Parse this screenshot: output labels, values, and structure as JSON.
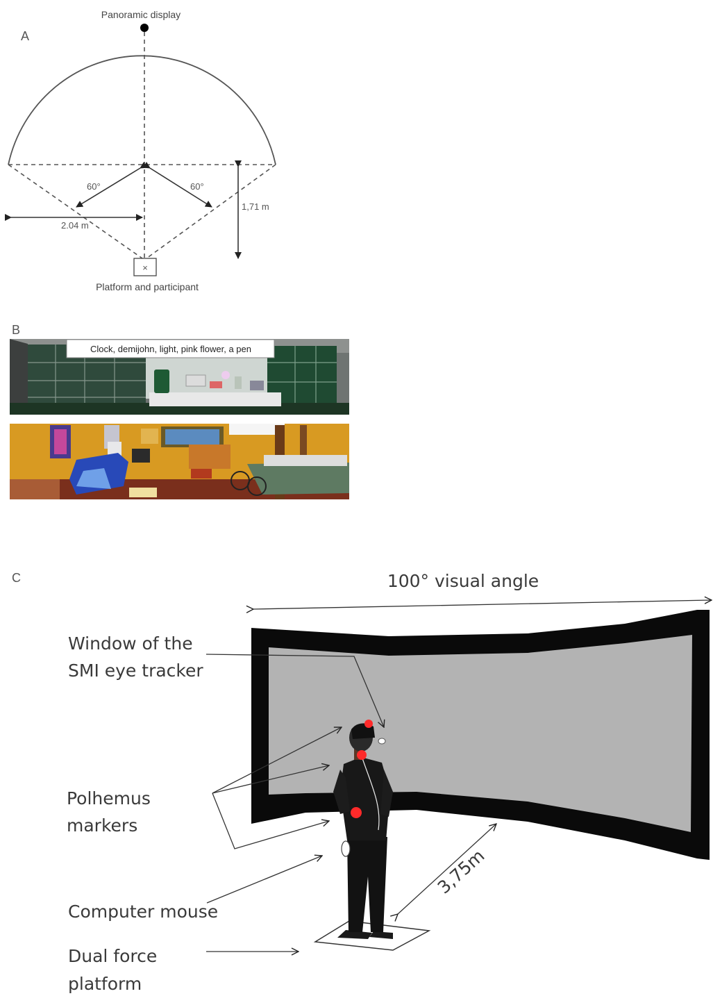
{
  "panel_a": {
    "label": "A",
    "display_label": "Panoramic display",
    "angle_left": "60°",
    "angle_right": "60°",
    "width_label": "2.04 m",
    "height_label": "1,71 m",
    "platform_mark": "×",
    "platform_label": "Platform and participant"
  },
  "panel_b": {
    "label": "B",
    "caption": "Clock, demijohn, light, pink flower, a pen",
    "scenes": [
      "office-scene",
      "living-room-scene"
    ]
  },
  "panel_c": {
    "label": "C",
    "visual_angle": "100° visual angle",
    "eye_tracker_line1": "Window of the",
    "eye_tracker_line2": "SMI eye tracker",
    "markers_line1": "Polhemus",
    "markers_line2": "markers",
    "mouse": "Computer mouse",
    "platform_line1": "Dual force",
    "platform_line2": "platform",
    "distance": "3,75m"
  },
  "colors": {
    "screen_frame": "#0a0a0a",
    "screen_surface": "#b3b3b3",
    "marker": "#ff2a2a"
  }
}
